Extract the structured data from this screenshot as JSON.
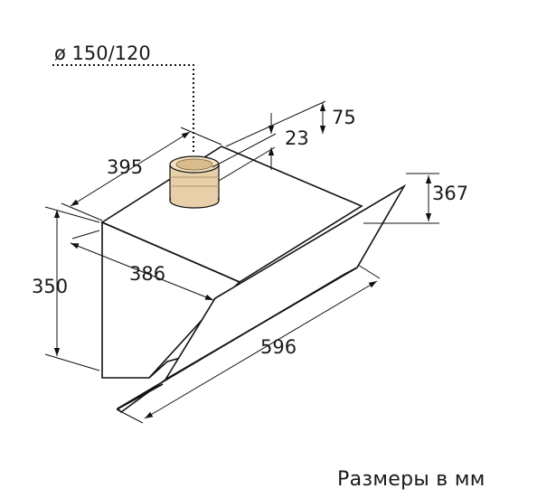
{
  "labels": {
    "duct_diameter": "ø 150/120",
    "top_depth": "395",
    "duct_gap_small": "23",
    "duct_gap_large": "75",
    "glass_height": "367",
    "body_height": "350",
    "body_depth": "386",
    "width": "596"
  },
  "caption": "Размеры в мм"
}
